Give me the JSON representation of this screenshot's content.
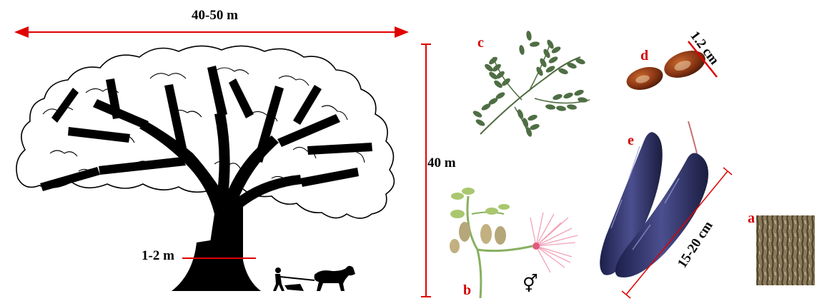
{
  "colors": {
    "dimension_line": "#e00000",
    "label_letters": "#d40000",
    "tree_ink": "#000000"
  },
  "dimensions": {
    "crown_width": "40-50 m",
    "height": "40 m",
    "trunk_diameter": "1-2 m",
    "seed_length": "1.2 cm",
    "pod_length": "15-20 cm"
  },
  "panels": {
    "a": "a",
    "b": "b",
    "c": "c",
    "d": "d",
    "e": "e"
  },
  "symbols": {
    "hermaphrodite": "⚥"
  },
  "icons": {
    "tree": "tree-silhouette-icon",
    "plough": "farmer-horse-plough-icon",
    "leaf": "compound-leaf-icon",
    "flower": "flower-branch-icon",
    "seeds": "seeds-icon",
    "pods": "pods-icon",
    "bark": "bark-texture-icon"
  }
}
